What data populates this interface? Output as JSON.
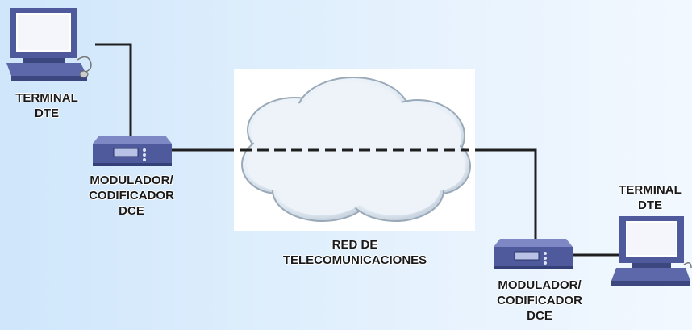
{
  "diagram": {
    "left_terminal": {
      "line1": "TERMINAL",
      "line2": "DTE",
      "icon": "computer-icon"
    },
    "left_modem": {
      "line1": "MODULADOR/",
      "line2": "CODIFICADOR",
      "line3": "DCE",
      "icon": "modem-icon"
    },
    "network": {
      "line1": "RED DE",
      "line2": "TELECOMUNICACIONES",
      "icon": "cloud-icon"
    },
    "right_modem": {
      "line1": "MODULADOR/",
      "line2": "CODIFICADOR",
      "line3": "DCE",
      "icon": "modem-icon"
    },
    "right_terminal": {
      "line1": "TERMINAL",
      "line2": "DTE",
      "icon": "computer-icon"
    }
  },
  "colors": {
    "background": "#dcecfb",
    "line": "#1f1f1f",
    "cloud": "#e8f0f7",
    "device": "#4e5a9c"
  }
}
